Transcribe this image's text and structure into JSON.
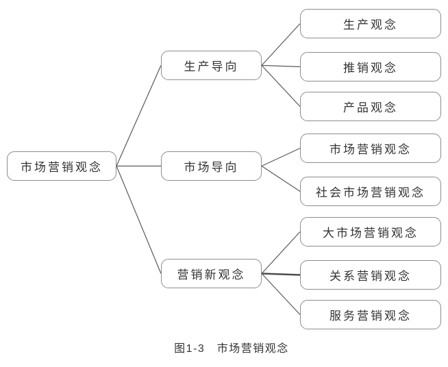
{
  "figure": {
    "caption": "图1-3　市场营销观念"
  },
  "tree": {
    "root": {
      "label": "市场营销观念"
    },
    "branches": [
      {
        "label": "生产导向",
        "children": [
          "生产观念",
          "推销观念",
          "产品观念"
        ]
      },
      {
        "label": "市场导向",
        "children": [
          "市场营销观念",
          "社会市场营销观念"
        ]
      },
      {
        "label": "营销新观念",
        "children": [
          "大市场营销观念",
          "关系营销观念",
          "服务营销观念"
        ]
      }
    ]
  },
  "colors": {
    "bg": "#ffffff",
    "border": "#8c8c8c",
    "line": "#595959",
    "thick": "#4d4d4d",
    "text": "#333333"
  }
}
